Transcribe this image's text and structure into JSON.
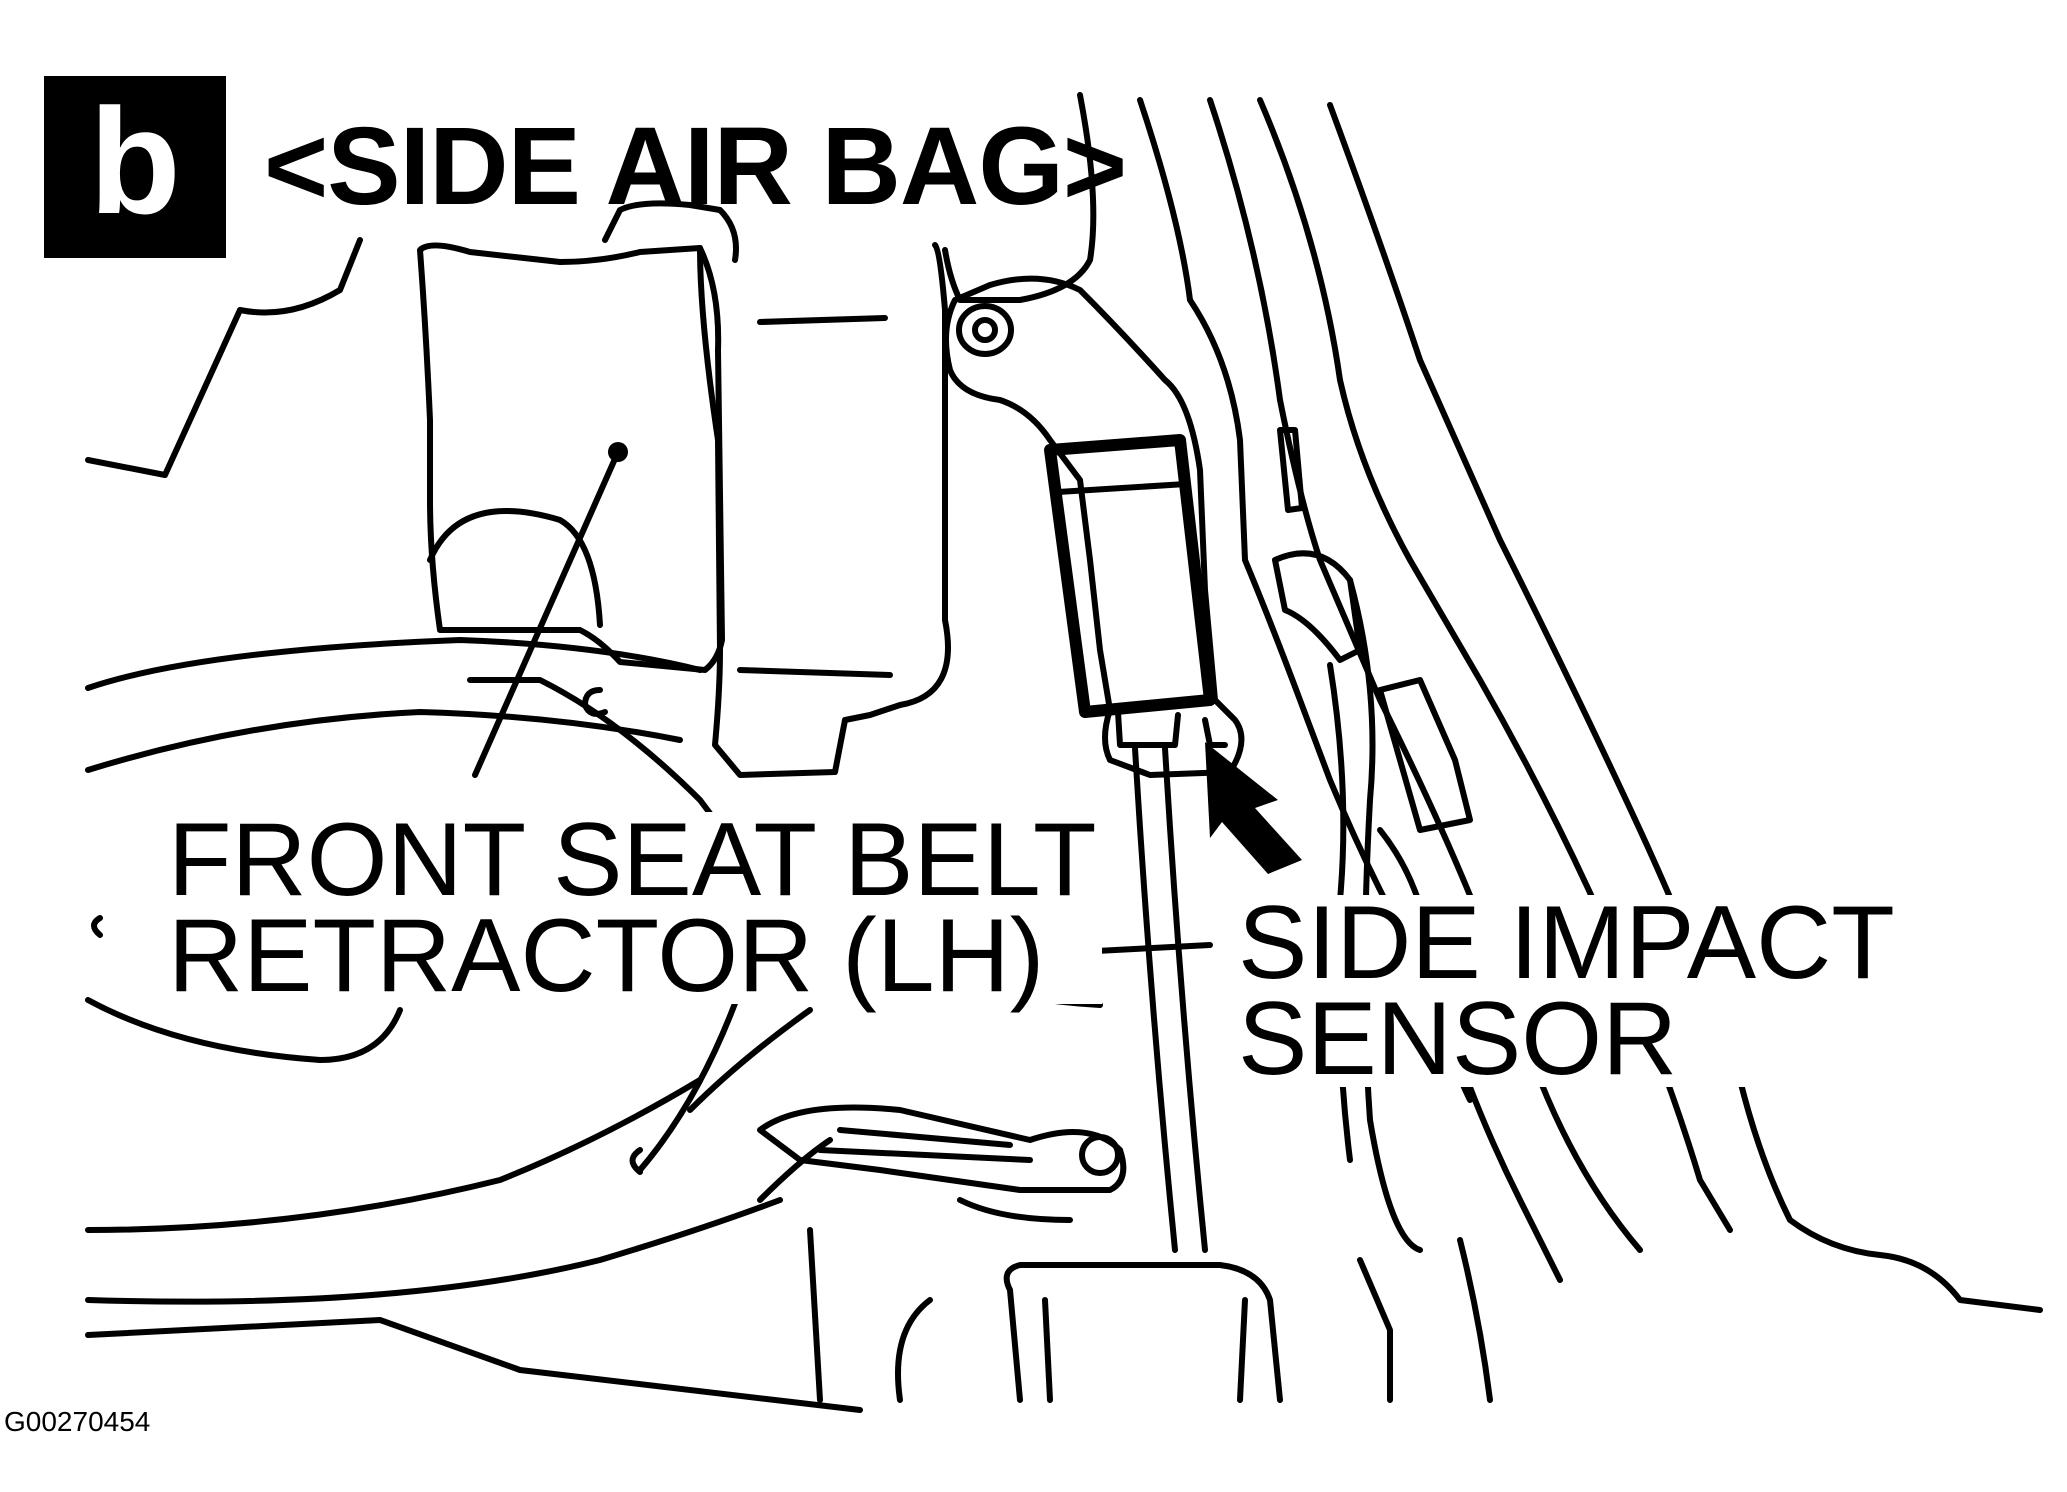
{
  "badge": "b",
  "title": "<SIDE AIR BAG>",
  "callouts": {
    "retractor": {
      "line1": "FRONT SEAT BELT",
      "line2": "RETRACTOR (LH)"
    },
    "sensor": {
      "line1": "SIDE IMPACT",
      "line2": "SENSOR"
    }
  },
  "figure_id": "G00270454",
  "colors": {
    "ink": "#000000",
    "paper": "#ffffff"
  }
}
